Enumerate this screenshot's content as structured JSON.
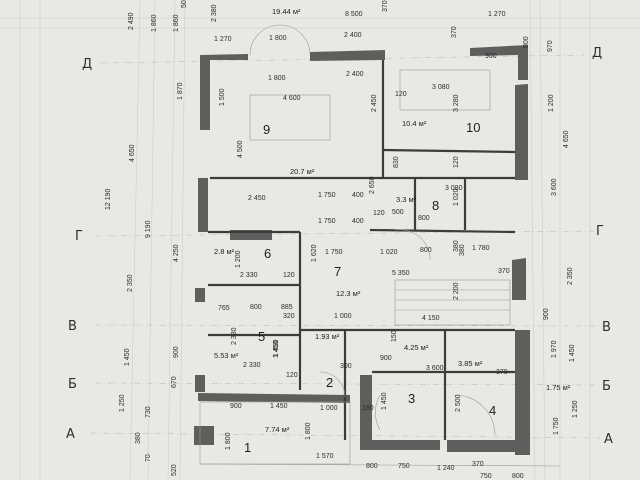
{
  "axis_letters": {
    "D": "Д",
    "G": "Г",
    "V": "В",
    "B": "Б",
    "A": "А"
  },
  "top_dims": [
    "2 490",
    "1 860",
    "1 860",
    "50",
    "2 380",
    "19.44 м²",
    "8 500",
    "370",
    "1 270",
    "1 270",
    "1 800",
    "2 400",
    "900",
    "370",
    "1 800",
    "2 400"
  ],
  "left_dims": [
    "1 870",
    "4 650",
    "12 190",
    "9 190",
    "4 250",
    "2 350",
    "1 450",
    "1 250",
    "900",
    "670",
    "730",
    "380",
    "70",
    "520"
  ],
  "right_dims": [
    "800",
    "970",
    "1 200",
    "4 650",
    "3 600",
    "2 350",
    "900",
    "1 970",
    "1 450",
    "1 250",
    "1 750"
  ],
  "bottom_dims": [
    "800",
    "750",
    "1 240",
    "370",
    "800",
    "750",
    "1 570"
  ],
  "interior_dims": [
    "4 600",
    "2 450",
    "120",
    "3 080",
    "3 280",
    "1 500",
    "4 500",
    "2 450",
    "1 750",
    "400",
    "2 650",
    "1 750",
    "400",
    "120",
    "500",
    "800",
    "1 020",
    "3 080",
    "1 750",
    "1 020",
    "800",
    "380",
    "1 780",
    "1 620",
    "5 350",
    "370",
    "2 330",
    "120",
    "765",
    "800",
    "885",
    "320",
    "1 000",
    "4 150",
    "2 200",
    "2 330",
    "1 450",
    "300",
    "900",
    "3 600",
    "370",
    "1 450",
    "2 500",
    "120",
    "1 000",
    "1 450",
    "900",
    "180",
    "1 800",
    "830",
    "120",
    "380",
    "1 200",
    "2 330",
    "1 450",
    "1 800",
    "150"
  ],
  "rooms": [
    {
      "number": "1",
      "area": "7.74 м²"
    },
    {
      "number": "2",
      "area": "1.93 м²"
    },
    {
      "number": "3",
      "area": "4.25 м²"
    },
    {
      "number": "4",
      "area": "3.85 м²"
    },
    {
      "number": "5",
      "area": "5.53 м²"
    },
    {
      "number": "6",
      "area": "2.8 м²"
    },
    {
      "number": "7",
      "area": "12.3 м²"
    },
    {
      "number": "8",
      "area": "3.3 м²"
    },
    {
      "number": "9",
      "area": "20.7 м²"
    },
    {
      "number": "10",
      "area": "10.4 м²"
    }
  ],
  "extra_area": "1.75 м²",
  "colors": {
    "background": "#e9e9e4",
    "wall": "#5e5e5c",
    "text": "#2b2b2b"
  }
}
